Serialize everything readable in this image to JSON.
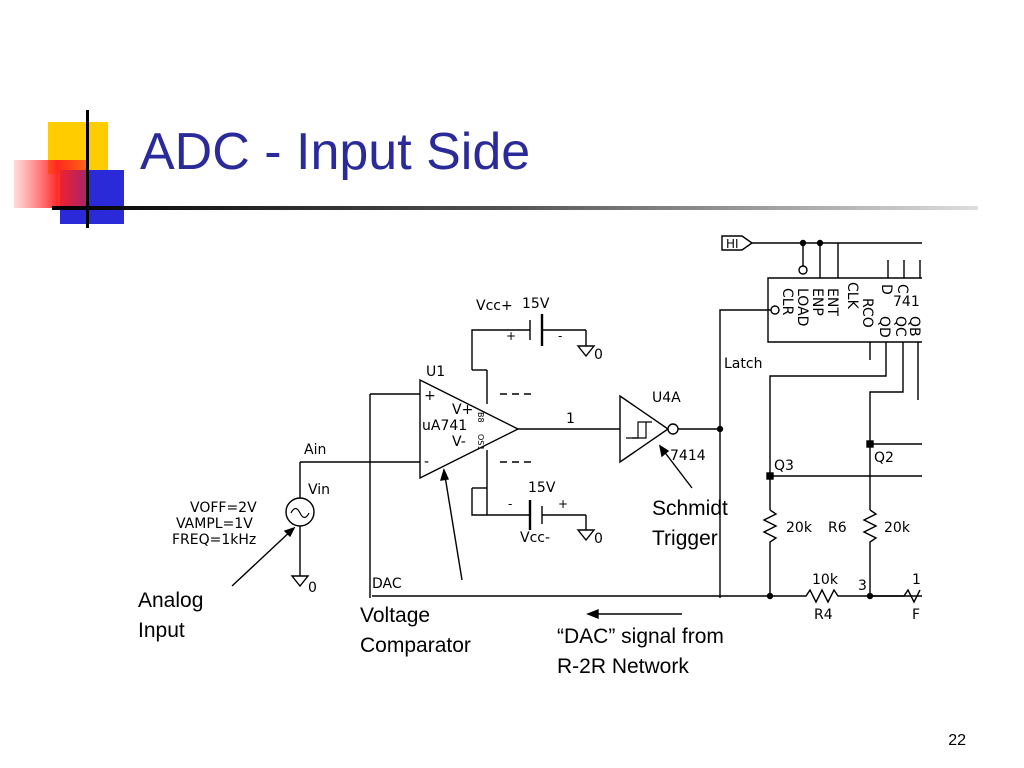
{
  "slide": {
    "title": "ADC - Input Side",
    "page_number": "22"
  },
  "annotations": {
    "analog_input": [
      "Analog",
      "Input"
    ],
    "voltage_comparator": [
      "Voltage",
      "Comparator"
    ],
    "schmidt_trigger": [
      "Schmidt",
      "Trigger"
    ],
    "dac_signal": [
      "“DAC” signal from",
      "R-2R Network"
    ]
  },
  "schematic": {
    "hi_label": "HI",
    "vcc_plus_label": "Vcc+",
    "vcc_plus_value": "15V",
    "vcc_minus_label": "Vcc-",
    "vcc_minus_value": "15V",
    "ground_label": "0",
    "plus_sign": "+",
    "minus_sign": "-",
    "u1_label": "U1",
    "opamp_model": "uA741",
    "opamp_vplus": "V+",
    "opamp_vminus": "V-",
    "opamp_pin_b8": "B8",
    "opamp_pin_os1": "OS1",
    "net_1": "1",
    "ain_label": "Ain",
    "vin_label": "Vin",
    "source_params": [
      "VOFF=2V",
      "VAMPL=1V",
      "FREQ=1kHz"
    ],
    "dac_label": "DAC",
    "u4a_label": "U4A",
    "inverter_model": "7414",
    "latch_label": "Latch",
    "counter_pins": [
      "CLR",
      "LOAD",
      "ENP",
      "ENT",
      "CLK",
      "RCO",
      "QD",
      "QC",
      "QB",
      "D",
      "C"
    ],
    "counter_model": "741",
    "q3_label": "Q3",
    "q2_label": "Q2",
    "r_left_value": "20k",
    "r6_label": "R6",
    "r6_value": "20k",
    "r4_value": "10k",
    "r4_label": "R4",
    "node_3": "3",
    "r_right_value": "1",
    "r_right_label": "F"
  }
}
